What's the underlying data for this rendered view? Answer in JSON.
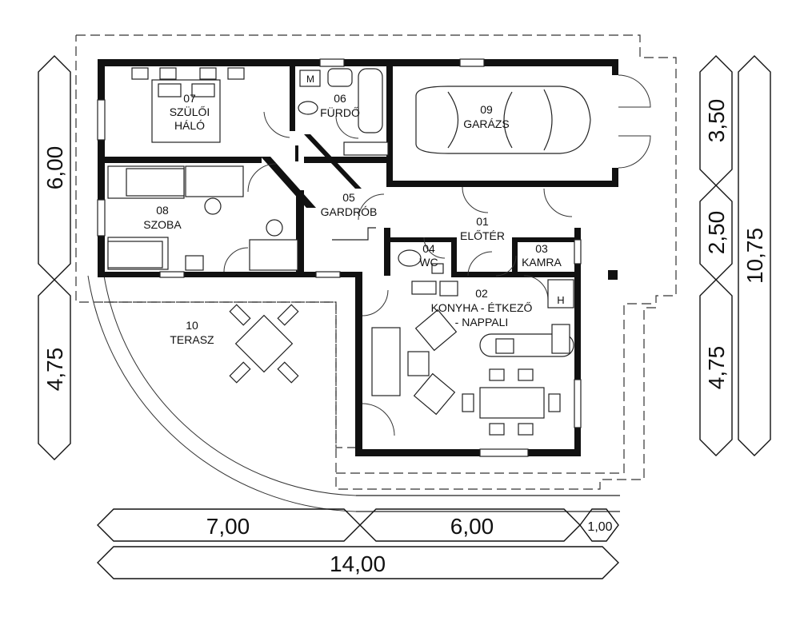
{
  "rooms": {
    "r07": {
      "num": "07",
      "name1": "SZÜLŐI",
      "name2": "HÁLÓ"
    },
    "r06": {
      "num": "06",
      "name": "FÜRDŐ"
    },
    "r09": {
      "num": "09",
      "name": "GARÁZS"
    },
    "r08": {
      "num": "08",
      "name": "SZOBA"
    },
    "r05": {
      "num": "05",
      "name": "GARDRÓB"
    },
    "r01": {
      "num": "01",
      "name": "ELŐTÉR"
    },
    "r04": {
      "num": "04",
      "name": "WC"
    },
    "r03": {
      "num": "03",
      "name": "KAMRA"
    },
    "r02": {
      "num": "02",
      "name1": "KONYHA - ÉTKEZŐ",
      "name2": "- NAPPALI"
    },
    "r10": {
      "num": "10",
      "name": "TERASZ"
    }
  },
  "symbols": {
    "m": "M",
    "h": "H"
  },
  "dimensions": {
    "left_top": "6,00",
    "left_bottom": "4,75",
    "right_a": "3,50",
    "right_b": "2,50",
    "right_c": "4,75",
    "right_total": "10,75",
    "bottom_a": "7,00",
    "bottom_b": "6,00",
    "bottom_c": "1,00",
    "bottom_total": "14,00"
  }
}
